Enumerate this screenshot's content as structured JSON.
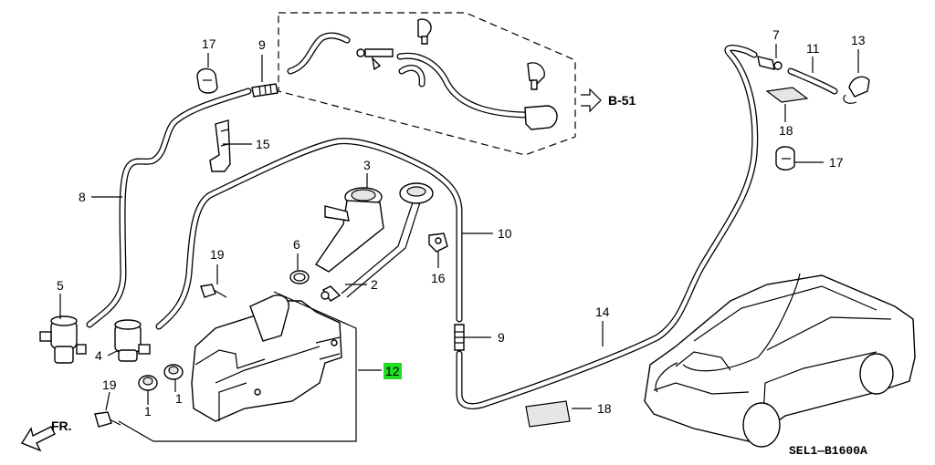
{
  "labels": {
    "p1a": "1",
    "p1b": "1",
    "p2": "2",
    "p3": "3",
    "p4": "4",
    "p5": "5",
    "p6": "6",
    "p7": "7",
    "p8": "8",
    "p9a": "9",
    "p9b": "9",
    "p10": "10",
    "p11": "11",
    "p12": "12",
    "p13": "13",
    "p14": "14",
    "p15": "15",
    "p16": "16",
    "p17a": "17",
    "p17b": "17",
    "p18a": "18",
    "p18b": "18",
    "p19a": "19",
    "p19b": "19"
  },
  "ref_b51": "B-51",
  "front_label": "FR.",
  "diagram_code": "SEL1—B1600A",
  "colors": {
    "highlight": "#22dd22",
    "line": "#000000"
  }
}
